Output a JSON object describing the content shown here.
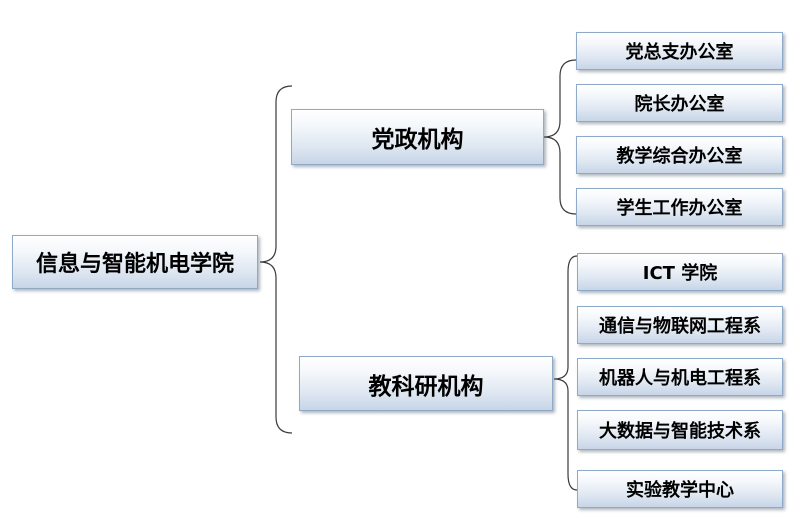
{
  "root": {
    "label": "信息与智能机电学院"
  },
  "branches": [
    {
      "label": "党政机构",
      "children": [
        "党总支办公室",
        "院长办公室",
        "教学综合办公室",
        "学生工作办公室"
      ]
    },
    {
      "label": "教科研机构",
      "children": [
        "ICT 学院",
        "通信与物联网工程系",
        "机器人与机电工程系",
        "大数据与智能技术系",
        "实验教学中心"
      ]
    }
  ],
  "colors": {
    "box_border": "#8fa9c9",
    "gradient_top": "#ffffff",
    "gradient_bottom": "#c7d5e7",
    "connector": "#3a3a3a",
    "text": "#000000"
  }
}
